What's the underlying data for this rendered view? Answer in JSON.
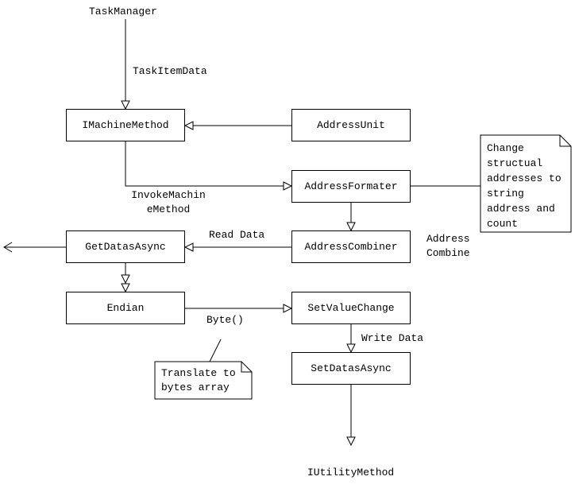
{
  "nodes": {
    "task_manager": "TaskManager",
    "imachine_method": "IMachineMethod",
    "address_unit": "AddressUnit",
    "address_formater": "AddressFormater",
    "address_combiner": "AddressCombiner",
    "get_datas_async": "GetDatasAsync",
    "endian": "Endian",
    "set_value_change": "SetValueChange",
    "set_datas_async": "SetDatasAsync",
    "iutility_method": "IUtilityMethod"
  },
  "edge_labels": {
    "task_item_data": "TaskItemData",
    "invoke_machine_method": "InvokeMachin\neMethod",
    "read_data": "Read Data",
    "address_combine": "Address\nCombine",
    "byte_call": "Byte()",
    "write_data": "Write Data"
  },
  "notes": {
    "change_structual": "Change\nstructual\naddresses to\nstring\naddress and\ncount",
    "translate_bytes": "Translate to\nbytes array"
  },
  "colors": {
    "line": "#000000",
    "background": "#ffffff"
  }
}
